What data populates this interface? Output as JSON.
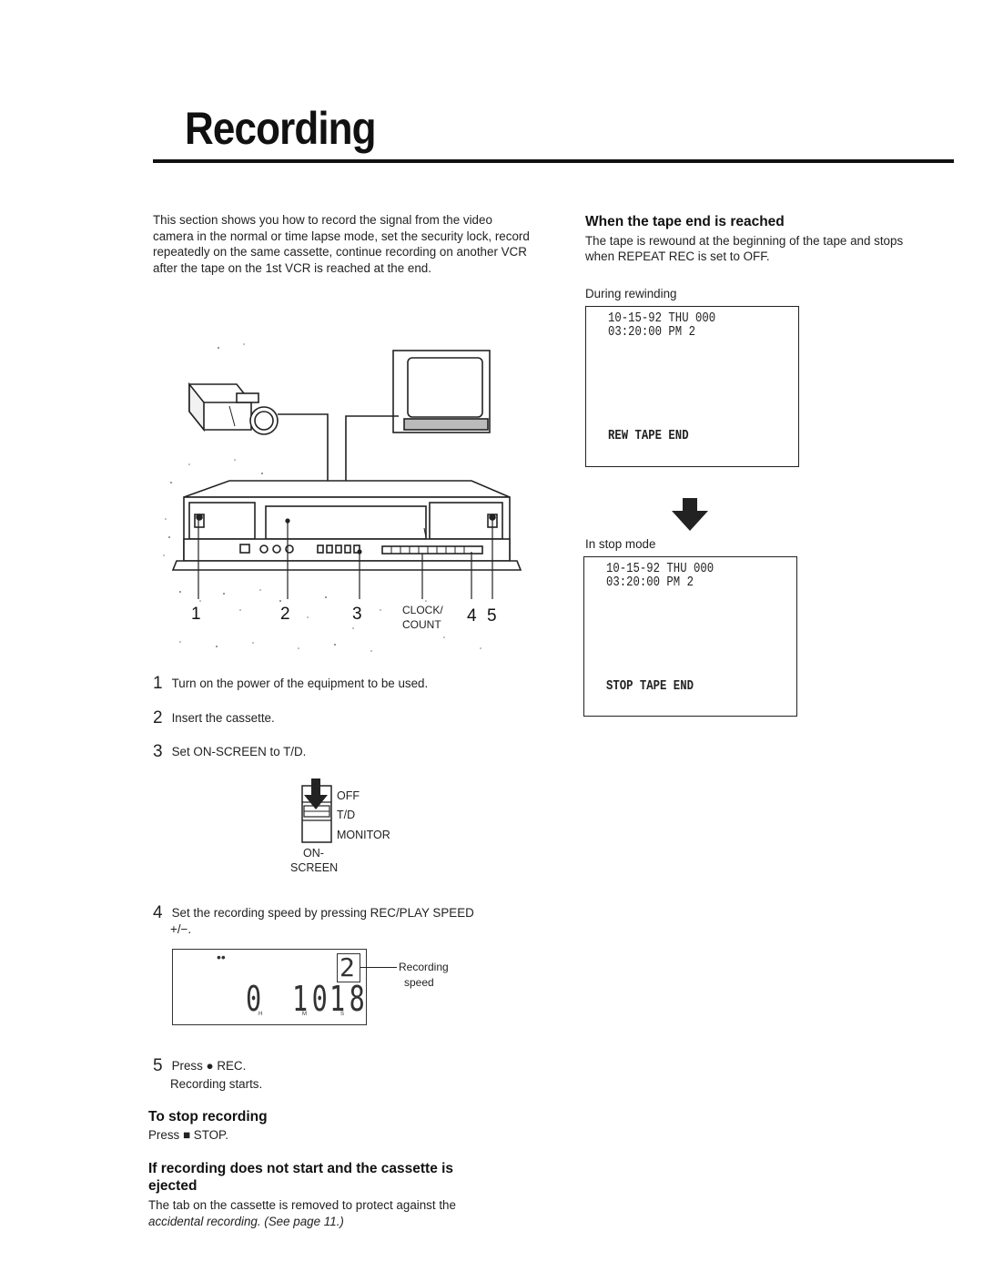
{
  "page": {
    "title": "Recording"
  },
  "intro": "This section shows you how to record the signal from the video camera in the normal or time lapse mode, set the security lock, record repeatedly on the same cassette, continue recording on another VCR after the tape on the 1st VCR is reached at the end.",
  "diagram": {
    "callouts": [
      "1",
      "2",
      "3",
      "4",
      "5"
    ],
    "clock_label_1": "CLOCK/",
    "clock_label_2": "COUNT"
  },
  "steps": [
    {
      "num": "1",
      "text": "Turn on the power of the equipment to be used."
    },
    {
      "num": "2",
      "text": "Insert the cassette."
    },
    {
      "num": "3",
      "text": "Set ON-SCREEN to T/D."
    },
    {
      "num": "4",
      "text": "Set the recording speed by pressing REC/PLAY SPEED",
      "text2": "+/−."
    },
    {
      "num": "5",
      "text": "Press ● REC.",
      "text2": "Recording starts."
    }
  ],
  "onscreen_switch": {
    "options": [
      "OFF",
      "T/D",
      "MONITOR"
    ],
    "label_1": "ON-",
    "label_2": "SCREEN"
  },
  "lcd": {
    "dots": "••",
    "speed_value": "2",
    "counter": [
      "0",
      "10",
      "18"
    ],
    "unit_labels": [
      "H",
      "M",
      "S"
    ],
    "callout_1": "Recording",
    "callout_2": "speed"
  },
  "stop_section": {
    "heading": "To stop recording",
    "text": "Press ■ STOP."
  },
  "eject_section": {
    "heading_1": "If recording does not start and the cassette is",
    "heading_2": "ejected",
    "text_1": "The tab on the cassette is removed to protect against the",
    "text_2": "accidental recording.  (See page 11.)"
  },
  "tape_end": {
    "heading": "When the tape end is reached",
    "text_1": "The tape is rewound at the beginning of the tape and stops",
    "text_2": "when REPEAT REC is set to OFF.",
    "rewinding_caption": "During rewinding",
    "rewinding_screen": {
      "line1": "10-15-92 THU 000",
      "line2": "03:20:00  PM   2",
      "status": "REW   TAPE END"
    },
    "stop_caption": "In stop mode",
    "stop_screen": {
      "line1": "10-15-92 THU 000",
      "line2": "03:20:00  PM   2",
      "status": "STOP  TAPE END"
    }
  }
}
